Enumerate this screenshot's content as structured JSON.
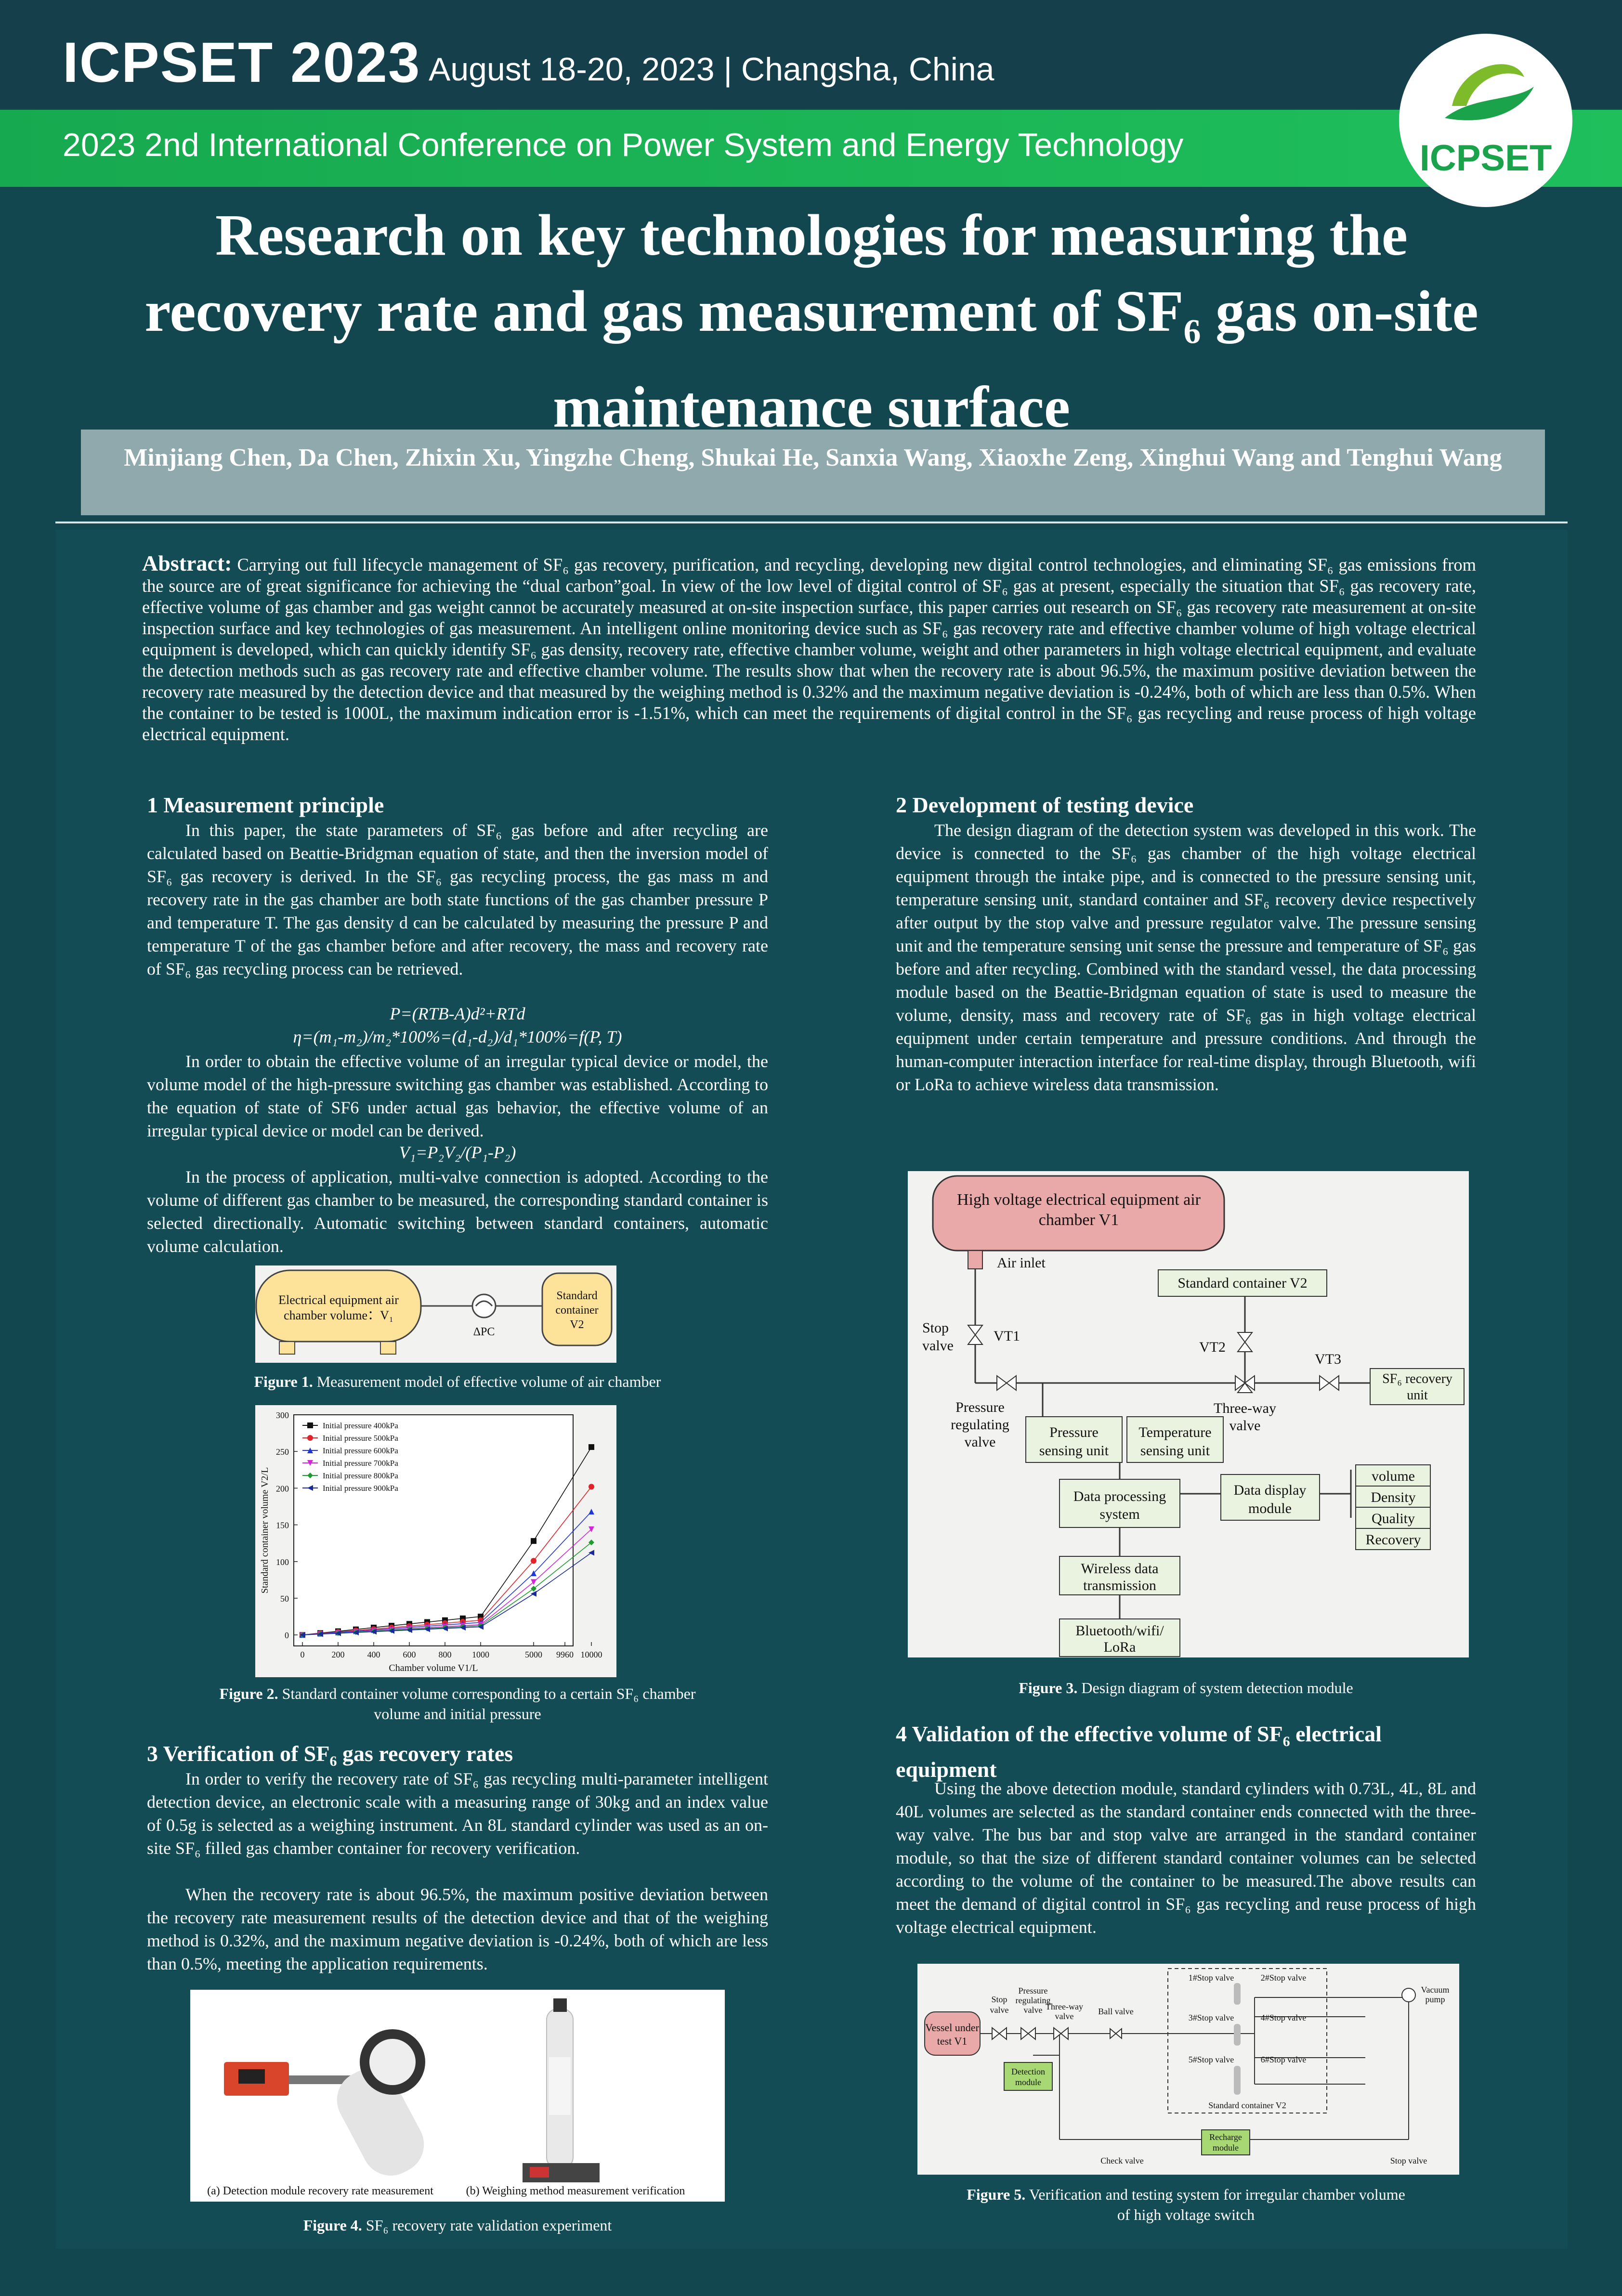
{
  "header": {
    "conf_short": "ICPSET 2023",
    "conf_date": "August 18-20, 2023 | Changsha, China",
    "conf_full": "2023 2nd International Conference on Power System and Energy Technology",
    "logo_text": "ICPSET"
  },
  "title_line1": "Research on key technologies for measuring the",
  "title_line2a": "recovery rate and gas measurement of SF",
  "title_line2b": " gas on-site",
  "title_line3": "maintenance surface",
  "authors": "Minjiang Chen, Da Chen, Zhixin Xu, Yingzhe Cheng, Shukai He, Sanxia Wang, Xiaoxhe Zeng, Xinghui Wang and Tenghui Wang",
  "abstract": {
    "label": "Abstract:",
    "text": "Carrying out full lifecycle management of SF₆ gas recovery, purification, and recycling, developing new digital control technologies, and eliminating SF₆ gas emissions from the source are of great significance for achieving the “dual carbon”goal. In view of the low level of digital control of SF₆ gas at present, especially the situation that SF₆ gas recovery rate, effective volume of gas chamber and gas weight cannot be accurately measured at on-site inspection surface, this paper carries out research on SF₆ gas recovery rate measurement at on-site inspection surface and key technologies of gas measurement. An intelligent online monitoring device such as SF₆ gas recovery rate and effective chamber volume of high voltage electrical equipment is developed, which can quickly identify SF₆ gas density, recovery rate, effective chamber volume, weight and other parameters in high voltage electrical equipment, and evaluate the detection methods such as gas recovery rate and effective chamber volume. The results show that when the recovery rate is about 96.5%, the maximum positive deviation between the recovery rate measured by the detection device and that measured by the weighing method is 0.32% and the maximum negative deviation is -0.24%, both of which are less than 0.5%. When the container to be tested is 1000L, the maximum indication error is -1.51%, which can meet the requirements of digital control in the SF₆ gas recycling and reuse process of high voltage electrical equipment."
  },
  "sec1": {
    "heading": "1 Measurement principle",
    "p1": "In this paper, the state parameters of SF₆ gas before and after recycling are calculated based on Beattie-Bridgman equation of state, and then the inversion model of SF₆ gas recovery is derived. In the SF₆ gas recycling process, the gas mass m and recovery rate  in the gas chamber are both state functions of the gas chamber pressure P and temperature T. The gas density d can be calculated by measuring the pressure P and temperature T of the gas chamber before and after recovery, the mass and recovery rate of SF₆ gas recycling process can be retrieved.",
    "eq1": "P=(RTB-A)d²+RTd",
    "eq2": "η=(m₁-m₂)/m₂*100%=(d₁-d₂)/d₁*100%=f(P, T)",
    "p2": "In order to obtain the effective volume of an irregular typical device or model, the volume model of the high-pressure switching gas chamber was established. According to the equation of state of SF6 under actual gas behavior, the effective volume of an irregular typical device or model can be derived.",
    "eq3": "V₁=P₂V₂/(P₁-P₂)",
    "p3": "In the process of application, multi-valve connection is adopted. According to the volume of different gas chamber to be measured, the corresponding standard container is selected directionally. Automatic switching between standard containers, automatic volume calculation."
  },
  "fig1": {
    "caption_label": "Figure 1.",
    "caption": " Measurement model of effective volume of air chamber",
    "tank_label1": "Electrical equipment air",
    "tank_label2": "chamber volume：V₁",
    "gauge_label": "ΔPC",
    "std_label1": "Standard",
    "std_label2": "container",
    "std_label3": "V2"
  },
  "fig2": {
    "caption_label": "Figure 2.",
    "caption_line1": " Standard container volume corresponding to a certain SF₆ chamber",
    "caption_line2": "volume and initial pressure"
  },
  "chart_data": {
    "type": "line",
    "title": "",
    "xlabel": "Chamber volume V1/L",
    "ylabel": "Standard container volume V2/L",
    "categories": [
      "0",
      "100",
      "200",
      "300",
      "400",
      "500",
      "600",
      "700",
      "800",
      "900",
      "1000",
      "5000",
      "10000"
    ],
    "x_ticks": [
      "0",
      "200",
      "400",
      "600",
      "800",
      "1000",
      "5000",
      "9960",
      "10000"
    ],
    "y_ticks": [
      "0",
      "50",
      "100",
      "150",
      "200",
      "250",
      "300"
    ],
    "ylim": [
      -15,
      300
    ],
    "grid": false,
    "legend": "top-left",
    "series": [
      {
        "name": "Initial pressure 400kPa",
        "color": "#111111",
        "marker": "square",
        "values": [
          0,
          2.5,
          5,
          7.5,
          10,
          12.5,
          15,
          17.5,
          20,
          22.5,
          25,
          128,
          256
        ]
      },
      {
        "name": "Initial pressure 500kPa",
        "color": "#e0242a",
        "marker": "circle",
        "values": [
          0,
          2,
          4,
          6,
          8,
          10,
          12,
          14,
          16,
          18,
          20,
          101,
          202
        ]
      },
      {
        "name": "Initial pressure 600kPa",
        "color": "#2236d8",
        "marker": "triangle-up",
        "values": [
          0,
          1.7,
          3.4,
          5.1,
          6.8,
          8.5,
          10.2,
          11.9,
          13.6,
          15.3,
          17,
          84,
          168
        ]
      },
      {
        "name": "Initial pressure 700kPa",
        "color": "#d426d6",
        "marker": "triangle-down",
        "values": [
          0,
          1.4,
          2.8,
          4.2,
          5.6,
          7,
          8.4,
          9.8,
          11.2,
          12.6,
          14,
          72,
          144
        ]
      },
      {
        "name": "Initial pressure 800kPa",
        "color": "#1e9a2e",
        "marker": "diamond",
        "values": [
          0,
          1.25,
          2.5,
          3.75,
          5,
          6.25,
          7.5,
          8.75,
          10,
          11.25,
          12.5,
          63,
          126
        ]
      },
      {
        "name": "Initial pressure 900kPa",
        "color": "#1a2a9a",
        "marker": "triangle-left",
        "values": [
          0,
          1.1,
          2.2,
          3.3,
          4.4,
          5.5,
          6.6,
          7.7,
          8.8,
          9.9,
          11,
          56,
          112
        ]
      }
    ]
  },
  "sec3": {
    "heading_a": "3 Verification of SF",
    "heading_b": " gas recovery rates",
    "p1": "In order to verify the recovery rate of SF₆ gas recycling multi-parameter intelligent detection device, an electronic scale with a measuring range of 30kg and an index value of 0.5g is selected as a weighing instrument. An 8L standard cylinder was used as an on-site SF₆ filled gas chamber container for recovery verification.",
    "p2": "When the recovery rate is about 96.5%, the maximum positive deviation between the recovery rate measurement results of the detection device and that of the weighing method is 0.32%, and the maximum negative deviation is -0.24%, both of which are less than 0.5%, meeting the application requirements."
  },
  "fig4": {
    "sub_a": "(a) Detection module recovery rate measurement",
    "sub_b": "(b) Weighing method measurement verification",
    "caption_label": "Figure 4.",
    "caption": " SF₆ recovery rate validation experiment"
  },
  "sec2": {
    "heading": "2 Development of testing device",
    "p1": "The design diagram of the detection system was developed in this work. The device is connected to the SF₆ gas chamber of the high voltage electrical equipment through the intake pipe, and is connected to the pressure sensing unit, temperature sensing unit, standard container and SF₆ recovery device respectively after output by the stop valve and pressure regulator valve. The pressure sensing unit and the temperature sensing unit sense the pressure and temperature of SF₆ gas before and after recycling. Combined with the standard vessel, the data processing module based on the Beattie-Bridgman equation of state is used to measure the volume, density, mass and recovery rate of SF₆ gas in high voltage electrical equipment under certain temperature and pressure conditions. And through the human-computer interaction interface for real-time display, through Bluetooth, wifi or LoRa to achieve wireless data transmission."
  },
  "fig3": {
    "caption_label": "Figure 3.",
    "caption": " Design diagram of system detection module",
    "hv_box1": "High voltage electrical equipment air",
    "hv_box2": "chamber V1",
    "air_inlet": "Air inlet",
    "std_container": "Standard container V2",
    "stop_valve1": "Stop",
    "stop_valve2": "valve",
    "vt1": "VT1",
    "vt2": "VT2",
    "vt3": "VT3",
    "sf6_rec1": "SF₆ recovery",
    "sf6_rec2": "unit",
    "press_reg1": "Pressure",
    "press_reg2": "regulating",
    "press_reg3": "valve",
    "three_way1": "Three-way",
    "three_way2": "valve",
    "psu1": "Pressure",
    "psu2": "sensing unit",
    "tsu1": "Temperature",
    "tsu2": "sensing unit",
    "dps1": "Data processing",
    "dps2": "system",
    "ddm1": "Data display",
    "ddm2": "module",
    "out1": "volume",
    "out2": "Density",
    "out3": "Quality",
    "out4": "Recovery",
    "wdt1": "Wireless data",
    "wdt2": "transmission",
    "bt1": "Bluetooth/wifi/",
    "bt2": "LoRa"
  },
  "sec4": {
    "heading_a": "4 Validation of the effective volume of SF",
    "heading_b": " electrical",
    "heading_c": "equipment",
    "p1": "Using the above detection module, standard cylinders with 0.73L, 4L, 8L and 40L volumes are selected as the standard container ends connected with the three-way valve. The bus bar and stop valve are arranged in the standard container module, so that the size of different standard container volumes can be selected according to the volume of the container to be measured.The above results can meet the demand of digital control in SF₆ gas recycling and reuse process of high voltage electrical equipment."
  },
  "fig5": {
    "caption_label": "Figure 5.",
    "caption_line1": " Verification and testing system for irregular chamber volume",
    "caption_line2": "of high voltage switch",
    "vessel1": "Vessel under",
    "vessel2": "test V1",
    "stop1": "Stop",
    "stop2": "valve",
    "preg1": "Pressure",
    "preg2": "regulating",
    "preg3": "valve",
    "tw1": "Three-way",
    "tw2": "valve",
    "ball": "Ball valve",
    "det1": "Detection",
    "det2": "module",
    "sv1": "1#Stop valve",
    "sv2": "2#Stop valve",
    "sv3": "3#Stop valve",
    "sv4": "4#Stop valve",
    "sv5": "5#Stop valve",
    "sv6": "6#Stop valve",
    "stdv2": "Standard container V2",
    "vac1": "Vacuum",
    "vac2": "pump",
    "rech1": "Recharge",
    "rech2": "module",
    "check": "Check valve",
    "stopv": "Stop valve"
  }
}
